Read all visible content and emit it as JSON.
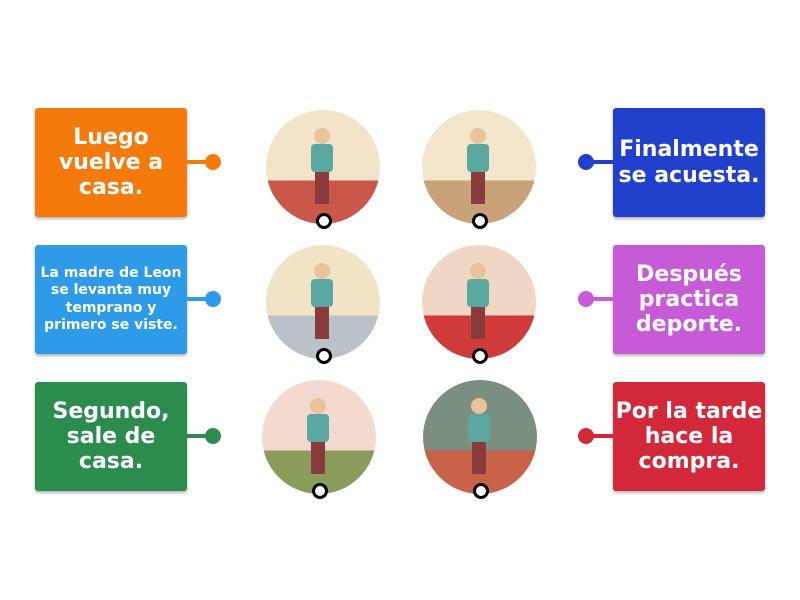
{
  "left_items": [
    {
      "text": "Luego vuelve a casa.",
      "color": "#f57a0c",
      "size": "big"
    },
    {
      "text": "La madre de Leon se levanta muy temprano y primero se viste.",
      "color": "#2d9be8",
      "size": "small"
    },
    {
      "text": "Segundo, sale de casa.",
      "color": "#2b8c4e",
      "size": "big"
    }
  ],
  "right_items": [
    {
      "text": "Finalmente se acuesta.",
      "color": "#2140cc",
      "size": "big"
    },
    {
      "text": "Después practica deporte.",
      "color": "#c75ad6",
      "size": "big"
    },
    {
      "text": "Por la tarde hace la compra.",
      "color": "#d3283a",
      "size": "big"
    }
  ],
  "images": [
    {
      "icon": "bedroom-dressing-image",
      "bg": "#f3e3c8",
      "floor": "#c9574a"
    },
    {
      "icon": "leaving-house-image",
      "bg": "#f4e6cc",
      "floor": "#caa27a"
    },
    {
      "icon": "supermarket-image",
      "bg": "#f2e2c6",
      "floor": "#b8c2c8"
    },
    {
      "icon": "car-image",
      "bg": "#f0d7c4",
      "floor": "#cf3a3a"
    },
    {
      "icon": "yoga-image",
      "bg": "#f4d9cf",
      "floor": "#8a9c5a"
    },
    {
      "icon": "bed-sleeping-image",
      "bg": "#7a8f80",
      "floor": "#c86248"
    }
  ]
}
